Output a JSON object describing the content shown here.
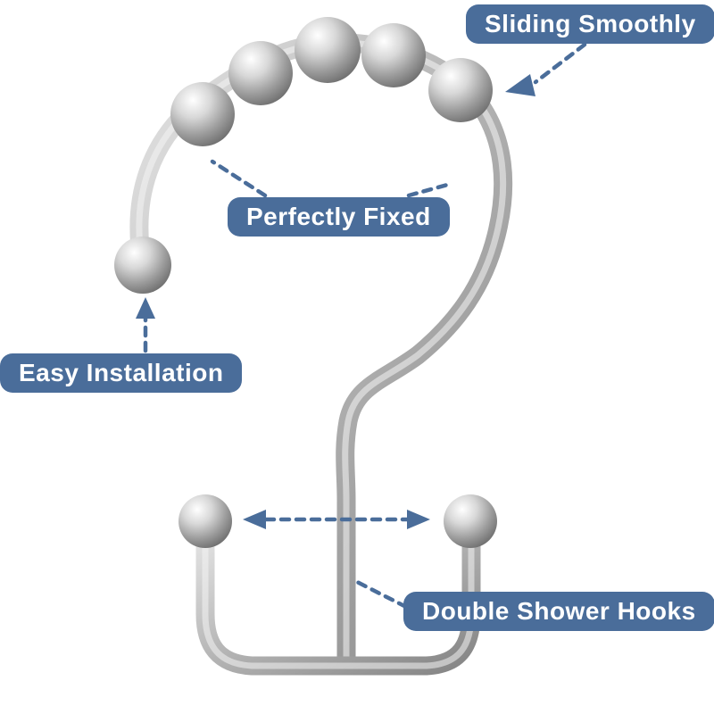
{
  "colors": {
    "accent": "#4a6d9a",
    "label_text": "#ffffff",
    "page_bg": "#ffffff",
    "metal_light": "#eeeeee",
    "metal_mid": "#b3b3b3",
    "metal_dark": "#7e7e7e"
  },
  "annotations": {
    "sliding": {
      "label": "Sliding Smoothly"
    },
    "fixed": {
      "label": "Perfectly Fixed"
    },
    "installation": {
      "label": "Easy Installation"
    },
    "hooks": {
      "label": "Double Shower Hooks"
    }
  }
}
